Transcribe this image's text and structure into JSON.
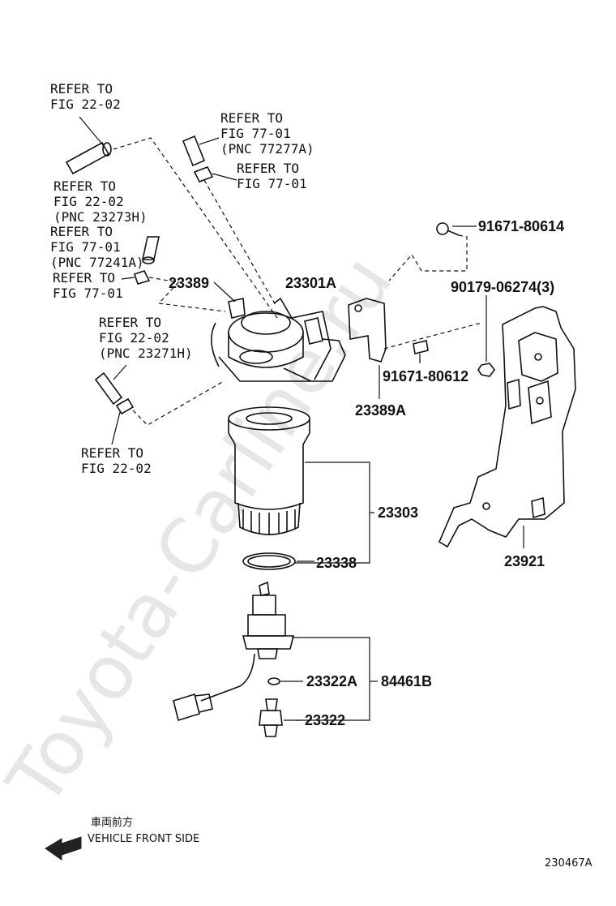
{
  "watermark": "Toyota-Carline.ru",
  "references": [
    {
      "id": "ref1",
      "lines": [
        "REFER TO",
        "FIG 22-02"
      ]
    },
    {
      "id": "ref2",
      "lines": [
        "REFER TO",
        "FIG 77-01",
        "(PNC 77277A)"
      ]
    },
    {
      "id": "ref3",
      "lines": [
        "REFER TO",
        "FIG 77-01"
      ]
    },
    {
      "id": "ref4",
      "lines": [
        "REFER TO",
        "FIG 22-02",
        "(PNC 23273H)"
      ]
    },
    {
      "id": "ref5",
      "lines": [
        "REFER TO",
        "FIG 77-01",
        "(PNC 77241A)"
      ]
    },
    {
      "id": "ref6",
      "lines": [
        "REFER TO",
        "FIG 77-01"
      ]
    },
    {
      "id": "ref7",
      "lines": [
        "REFER TO",
        "FIG 22-02",
        "(PNC 23271H)"
      ]
    },
    {
      "id": "ref8",
      "lines": [
        "REFER TO",
        "FIG 22-02"
      ]
    }
  ],
  "parts": {
    "p23389": "23389",
    "p23301A": "23301A",
    "p91671_80614": "91671-80614",
    "p90179": "90179-06274(3)",
    "p91671_80612": "91671-80612",
    "p23389A": "23389A",
    "p23303": "23303",
    "p23338": "23338",
    "p23921": "23921",
    "p23322A": "23322A",
    "p84461B": "84461B",
    "p23322": "23322"
  },
  "direction": {
    "japanese": "車両前方",
    "english": "VEHICLE FRONT SIDE"
  },
  "figure_code": "230467A"
}
